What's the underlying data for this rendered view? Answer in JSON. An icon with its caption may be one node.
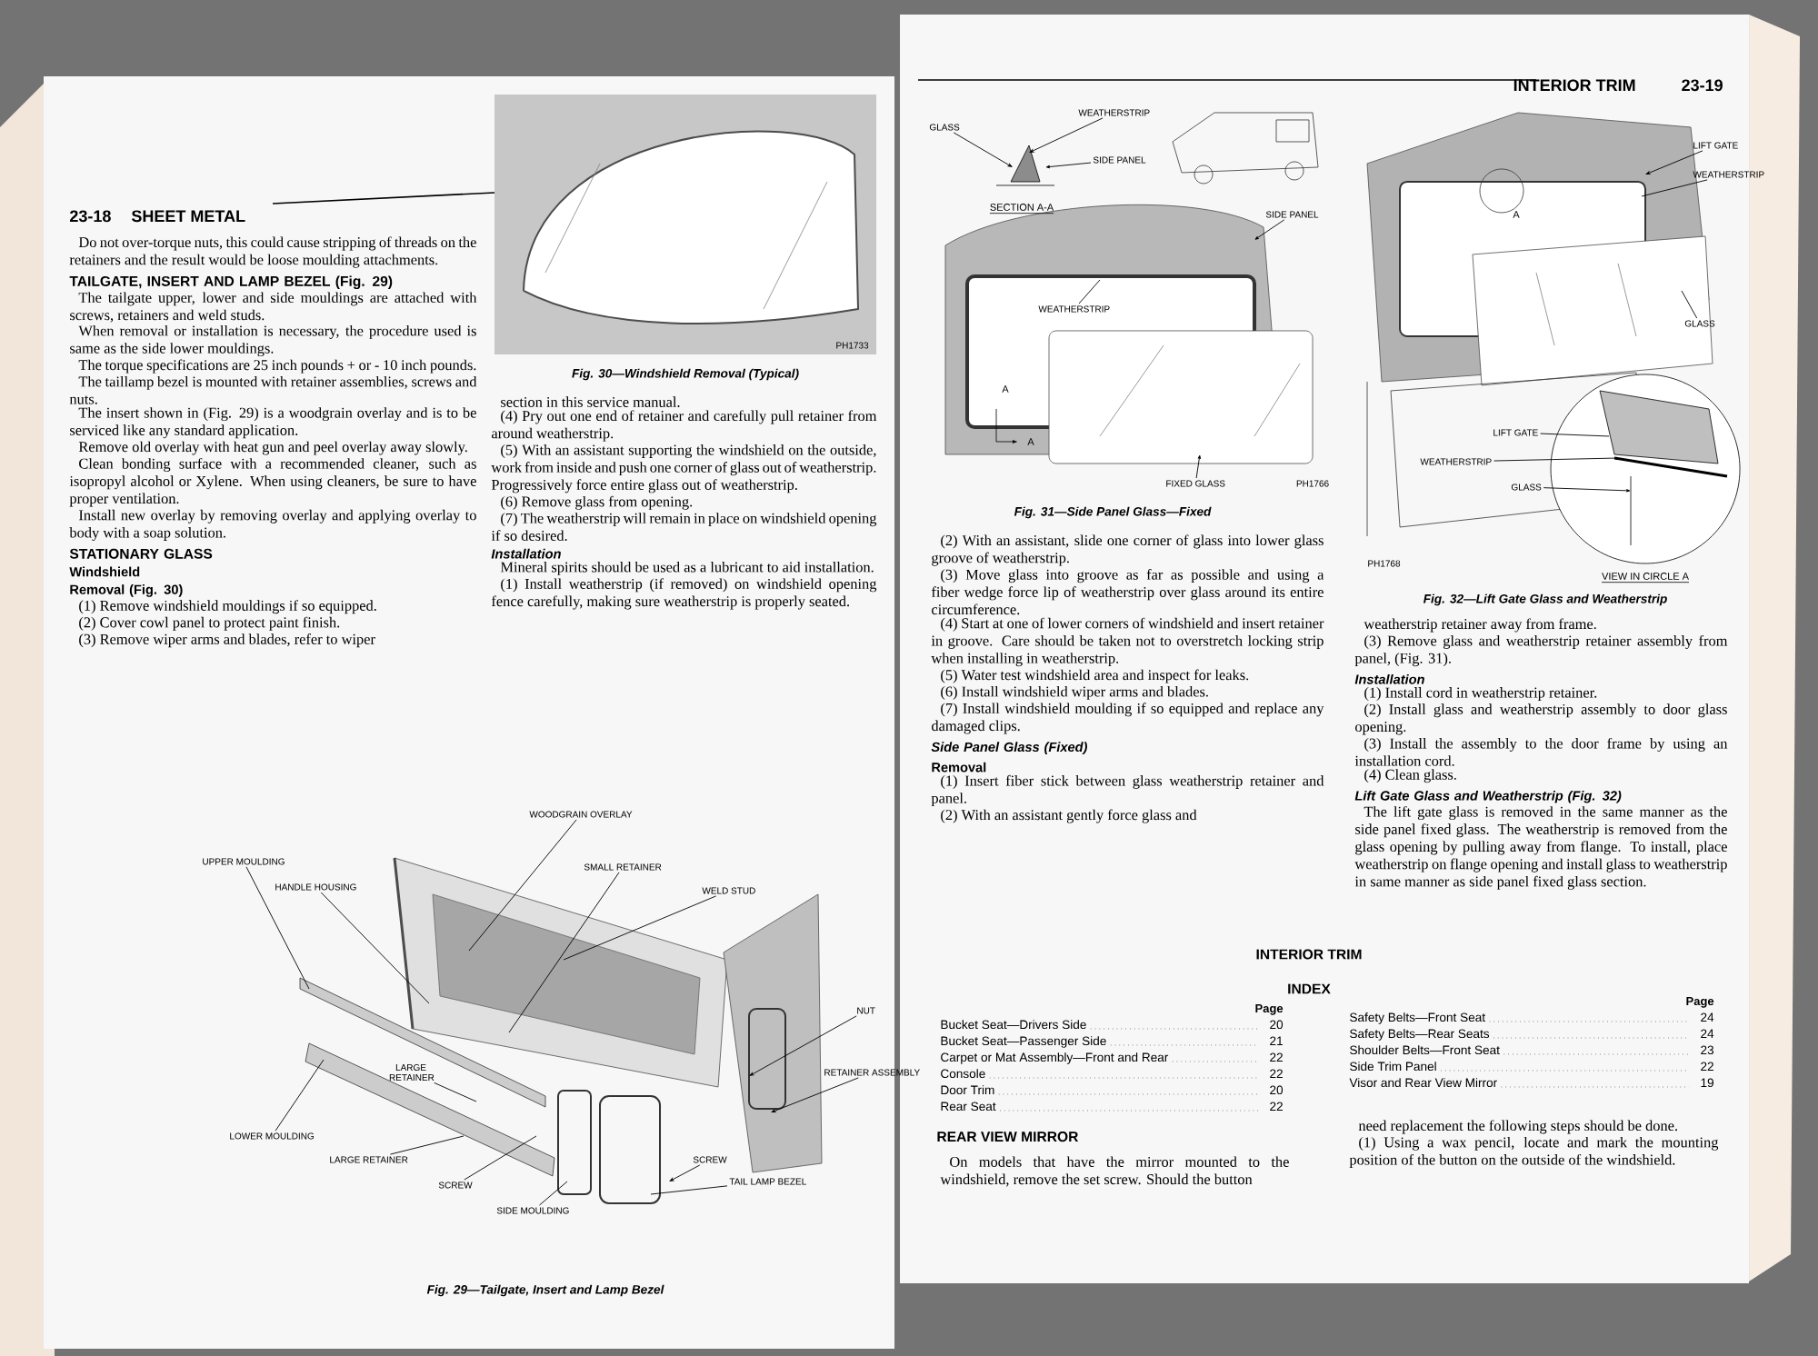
{
  "diagram": {
    "nodes": [
      {
        "text": [
          "WOODGRAIN OVERLAY"
        ]
      },
      {
        "text": [
          "SMALL RETAINER"
        ]
      },
      {
        "text": [
          "WELD STUD"
        ]
      },
      {
        "text": [
          "UPPER MOULDING"
        ]
      },
      {
        "text": [
          "HANDLE HOUSING"
        ]
      },
      {
        "text": [
          "NUT"
        ]
      },
      {
        "text": [
          "RETAINER ASSEMBLY"
        ]
      },
      {
        "text": [
          "LARGE RETAINER"
        ]
      },
      {
        "text": [
          "LOWER MOULDING"
        ]
      },
      {
        "text": [
          "LARGE RETAINER"
        ]
      },
      {
        "text": [
          "SCREW"
        ]
      },
      {
        "text": [
          "SIDE MOULDING"
        ]
      },
      {
        "text": [
          "SCREW"
        ]
      },
      {
        "text": [
          "TAIL LAMP BEZEL"
        ]
      },
      {
        "text": [
          "GLASS"
        ]
      },
      {
        "text": [
          "WEATHERSTRIP"
        ]
      },
      {
        "text": [
          "SIDE PANEL"
        ]
      },
      {
        "text": [
          "SIDE PANEL"
        ]
      },
      {
        "text": [
          "WEATHERSTRIP"
        ]
      },
      {
        "text": [
          "FIXED GLASS"
        ]
      },
      {
        "text": [
          "LIFT GATE"
        ]
      },
      {
        "text": [
          "WEATHERSTRIP"
        ]
      },
      {
        "text": [
          "GLASS"
        ]
      },
      {
        "text": [
          "LIFT GATE"
        ]
      },
      {
        "text": [
          "WEATHERSTRIP"
        ]
      },
      {
        "text": [
          "GLASS"
        ]
      }
    ],
    "edges": [
      {
        "from": 0,
        "to": null,
        "arrow": "none"
      },
      {
        "from": 1,
        "to": null,
        "arrow": "none"
      },
      {
        "from": 2,
        "to": null,
        "arrow": "none"
      },
      {
        "from": 3,
        "to": null,
        "arrow": "none"
      },
      {
        "from": 4,
        "to": null,
        "arrow": "none"
      },
      {
        "from": 5,
        "to": null,
        "arrow": "to"
      },
      {
        "from": 6,
        "to": null,
        "arrow": "to"
      },
      {
        "from": 7,
        "to": null,
        "arrow": "none"
      },
      {
        "from": 8,
        "to": null,
        "arrow": "none"
      },
      {
        "from": 9,
        "to": null,
        "arrow": "none"
      },
      {
        "from": 10,
        "to": null,
        "arrow": "none"
      },
      {
        "from": 11,
        "to": null,
        "arrow": "none"
      },
      {
        "from": 12,
        "to": null,
        "arrow": "to"
      },
      {
        "from": 13,
        "to": null,
        "arrow": "none"
      },
      {
        "from": 14,
        "to": null,
        "arrow": "to"
      },
      {
        "from": 15,
        "to": null,
        "arrow": "to"
      },
      {
        "from": 16,
        "to": null,
        "arrow": "to"
      },
      {
        "from": 17,
        "to": null,
        "arrow": "to"
      },
      {
        "from": 18,
        "to": null,
        "arrow": "none"
      },
      {
        "from": 19,
        "to": null,
        "arrow": "to"
      },
      {
        "from": 20,
        "to": null,
        "arrow": "to"
      },
      {
        "from": 21,
        "to": null,
        "arrow": "none"
      },
      {
        "from": 22,
        "to": null,
        "arrow": "none"
      },
      {
        "from": 23,
        "to": null,
        "arrow": "none"
      },
      {
        "from": 24,
        "to": null,
        "arrow": "none"
      },
      {
        "from": 25,
        "to": null,
        "arrow": "to"
      }
    ],
    "labels": [
      "23-18",
      "SHEET METAL",
      "Do not over-torque nuts, this could cause stripping of threads on the retainers and the result would be loose moulding attachments.",
      "TAILGATE, INSERT AND LAMP BEZEL (Fig. 29)",
      "The tailgate upper, lower and side mouldings are attached with screws, retainers and weld studs.",
      "When removal or installation is necessary, the procedure used is same as the side lower mouldings.",
      "The torque specifications are 25 inch pounds + or - 10 inch pounds.",
      "The taillamp bezel is mounted with retainer assemblies, screws and nuts.",
      "The insert shown in (Fig. 29) is a woodgrain overlay and is to be serviced like any standard application.",
      "Remove old overlay with heat gun and peel overlay away slowly.",
      "Clean bonding surface with a recommended cleaner, such as isopropyl alcohol or Xylene. When using cleaners, be sure to have proper ventilation.",
      "Install new overlay by removing overlay and applying overlay to body with a soap solution.",
      "STATIONARY GLASS",
      "Windshield",
      "Removal (Fig. 30)",
      "(1) Remove windshield mouldings if so equipped.",
      "(2) Cover cowl panel to protect paint finish.",
      "(3) Remove wiper arms and blades, refer to wiper",
      "PH1733",
      "Fig. 30—Windshield Removal (Typical)",
      "section in this service manual.",
      "(4) Pry out one end of retainer and carefully pull retainer from around weatherstrip.",
      "(5) With an assistant supporting the windshield on the outside, work from inside and push one corner of glass out of weatherstrip. Progressively force entire glass out of weatherstrip.",
      "(6) Remove glass from opening.",
      "(7) The weatherstrip will remain in place on windshield opening if so desired.",
      "Installation",
      "Mineral spirits should be used as a lubricant to aid installation.",
      "(1) Install weatherstrip (if removed) on windshield opening fence carefully, making sure weatherstrip is properly seated.",
      "Fig. 29—Tailgate, Insert and Lamp Bezel",
      "INTERIOR TRIM",
      "23-19",
      "SECTION A-A",
      "A",
      "A",
      "PH1766",
      "Fig. 31—Side Panel Glass—Fixed",
      "A",
      "PH1768",
      "VIEW IN CIRCLE A",
      "Fig. 32—Lift Gate Glass and Weatherstrip",
      "(2) With an assistant, slide one corner of glass into lower glass groove of weatherstrip.",
      "(3) Move glass into groove as far as possible and using a fiber wedge force lip of weatherstrip over glass around its entire circumference.",
      "(4) Start at one of lower corners of windshield and insert retainer in groove. Care should be taken not to overstretch locking strip when installing in weatherstrip.",
      "(5) Water test windshield area and inspect for leaks.",
      "(6) Install windshield wiper arms and blades.",
      "(7) Install windshield moulding if so equipped and replace any damaged clips.",
      "Side Panel Glass (Fixed)",
      "Removal",
      "(1) Insert fiber stick between glass weatherstrip retainer and panel.",
      "(2) With an assistant gently force glass and",
      "weatherstrip retainer away from frame.",
      "(3) Remove glass and weatherstrip retainer assembly from panel, (Fig. 31).",
      "Installation",
      "(1) Install cord in weatherstrip retainer.",
      "(2) Install glass and weatherstrip assembly to door glass opening.",
      "(3) Install the assembly to the door frame by using an installation cord.",
      "(4) Clean glass.",
      "Lift Gate Glass and Weatherstrip (Fig. 32)",
      "The lift gate glass is removed in the same manner as the side panel fixed glass. The weatherstrip is removed from the glass opening by pulling away from flange. To install, place weatherstrip on flange opening and install glass to weatherstrip in same manner as side panel fixed glass section.",
      "INTERIOR TRIM",
      "INDEX",
      "Page",
      "Bucket Seat—Drivers Side",
      "20",
      "Bucket Seat—Passenger Side",
      "21",
      "Carpet or Mat Assembly—Front and Rear",
      "22",
      "Console",
      "22",
      "Door Trim",
      "20",
      "Rear Seat",
      "22",
      "Page",
      "Safety Belts—Front Seat",
      "24",
      "Safety Belts—Rear Seats",
      "24",
      "Shoulder Belts—Front Seat",
      "23",
      "Side Trim Panel",
      "22",
      "Visor and Rear View Mirror",
      "19",
      "REAR VIEW MIRROR",
      "On models that have the mirror mounted to the windshield, remove the set screw. Should the button",
      "need replacement the following steps should be done.",
      "(1) Using a wax pencil, locate and mark the mounting position of the button on the outside of the windshield."
    ]
  }
}
